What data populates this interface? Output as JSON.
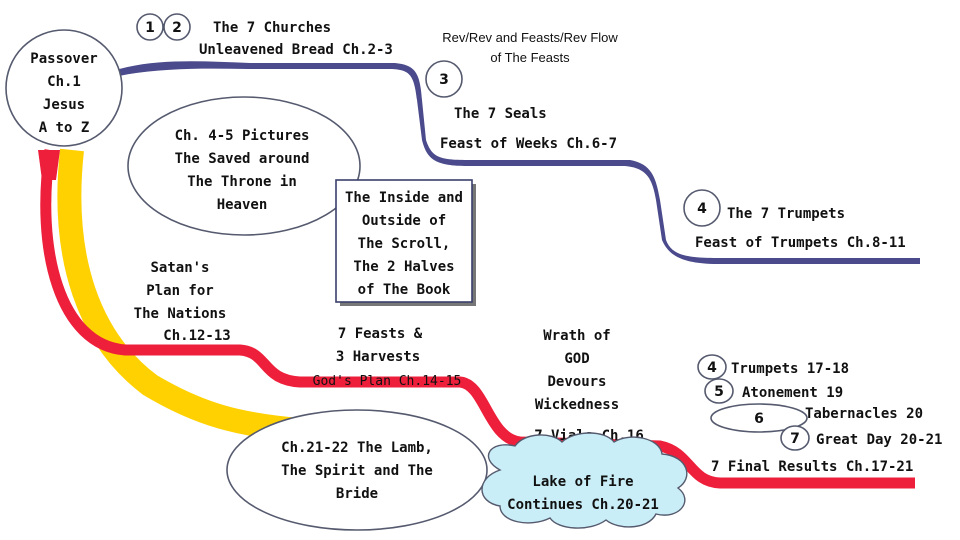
{
  "colors": {
    "blue_path": "#4a4a8c",
    "red_path": "#ee1f3b",
    "yellow_path": "#ffd100",
    "cloud_fill": "#c9eef7",
    "oval_stroke": "#555a6e"
  },
  "passover": {
    "lines": [
      "Passover",
      "Ch.1",
      "Jesus",
      "A to Z"
    ]
  },
  "badges": {
    "b1": "1",
    "b2": "2",
    "b3": "3",
    "b4": "4",
    "s4": "4",
    "s5": "5",
    "s6": "6",
    "s7": "7"
  },
  "churches": {
    "title": "The 7 Churches",
    "feast": "Unleavened Bread Ch.2-3"
  },
  "flow_note": {
    "line1": "Rev/Rev and Feasts/Rev Flow",
    "line2": "of The Feasts"
  },
  "seals": {
    "title": "The 7 Seals",
    "feast": "Feast of Weeks Ch.6-7"
  },
  "trumpets": {
    "title": "The 7 Trumpets",
    "feast": "Feast of Trumpets Ch.8-11"
  },
  "saved": {
    "lines": [
      "Ch. 4-5 Pictures",
      "The Saved around",
      "The Throne in",
      "Heaven"
    ]
  },
  "scroll": {
    "lines": [
      "The Inside and",
      "Outside of",
      "The Scroll,",
      "The 2 Halves",
      "of The Book"
    ]
  },
  "satan": {
    "lines": [
      "Satan's",
      "Plan for",
      "The Nations",
      "Ch.12-13"
    ]
  },
  "feasts7": {
    "lines": [
      "7 Feasts &",
      "3 Harvests",
      "God's Plan Ch.14-15"
    ]
  },
  "wrath": {
    "lines": [
      "Wrath of",
      "GOD",
      "Devours",
      "Wickedness"
    ],
    "vials": "7 Vials Ch.16"
  },
  "lamb": {
    "lines": [
      "Ch.21-22 The Lamb,",
      "The Spirit and The",
      "Bride"
    ]
  },
  "lake": {
    "lines": [
      "Lake of Fire",
      "Continues Ch.20-21"
    ]
  },
  "fall_feasts": {
    "trumpets": "Trumpets 17-18",
    "atonement": "Atonement 19",
    "tabernacles": "Tabernacles 20",
    "great_day": "Great Day 20-21"
  },
  "final_results": "7 Final Results Ch.17-21"
}
